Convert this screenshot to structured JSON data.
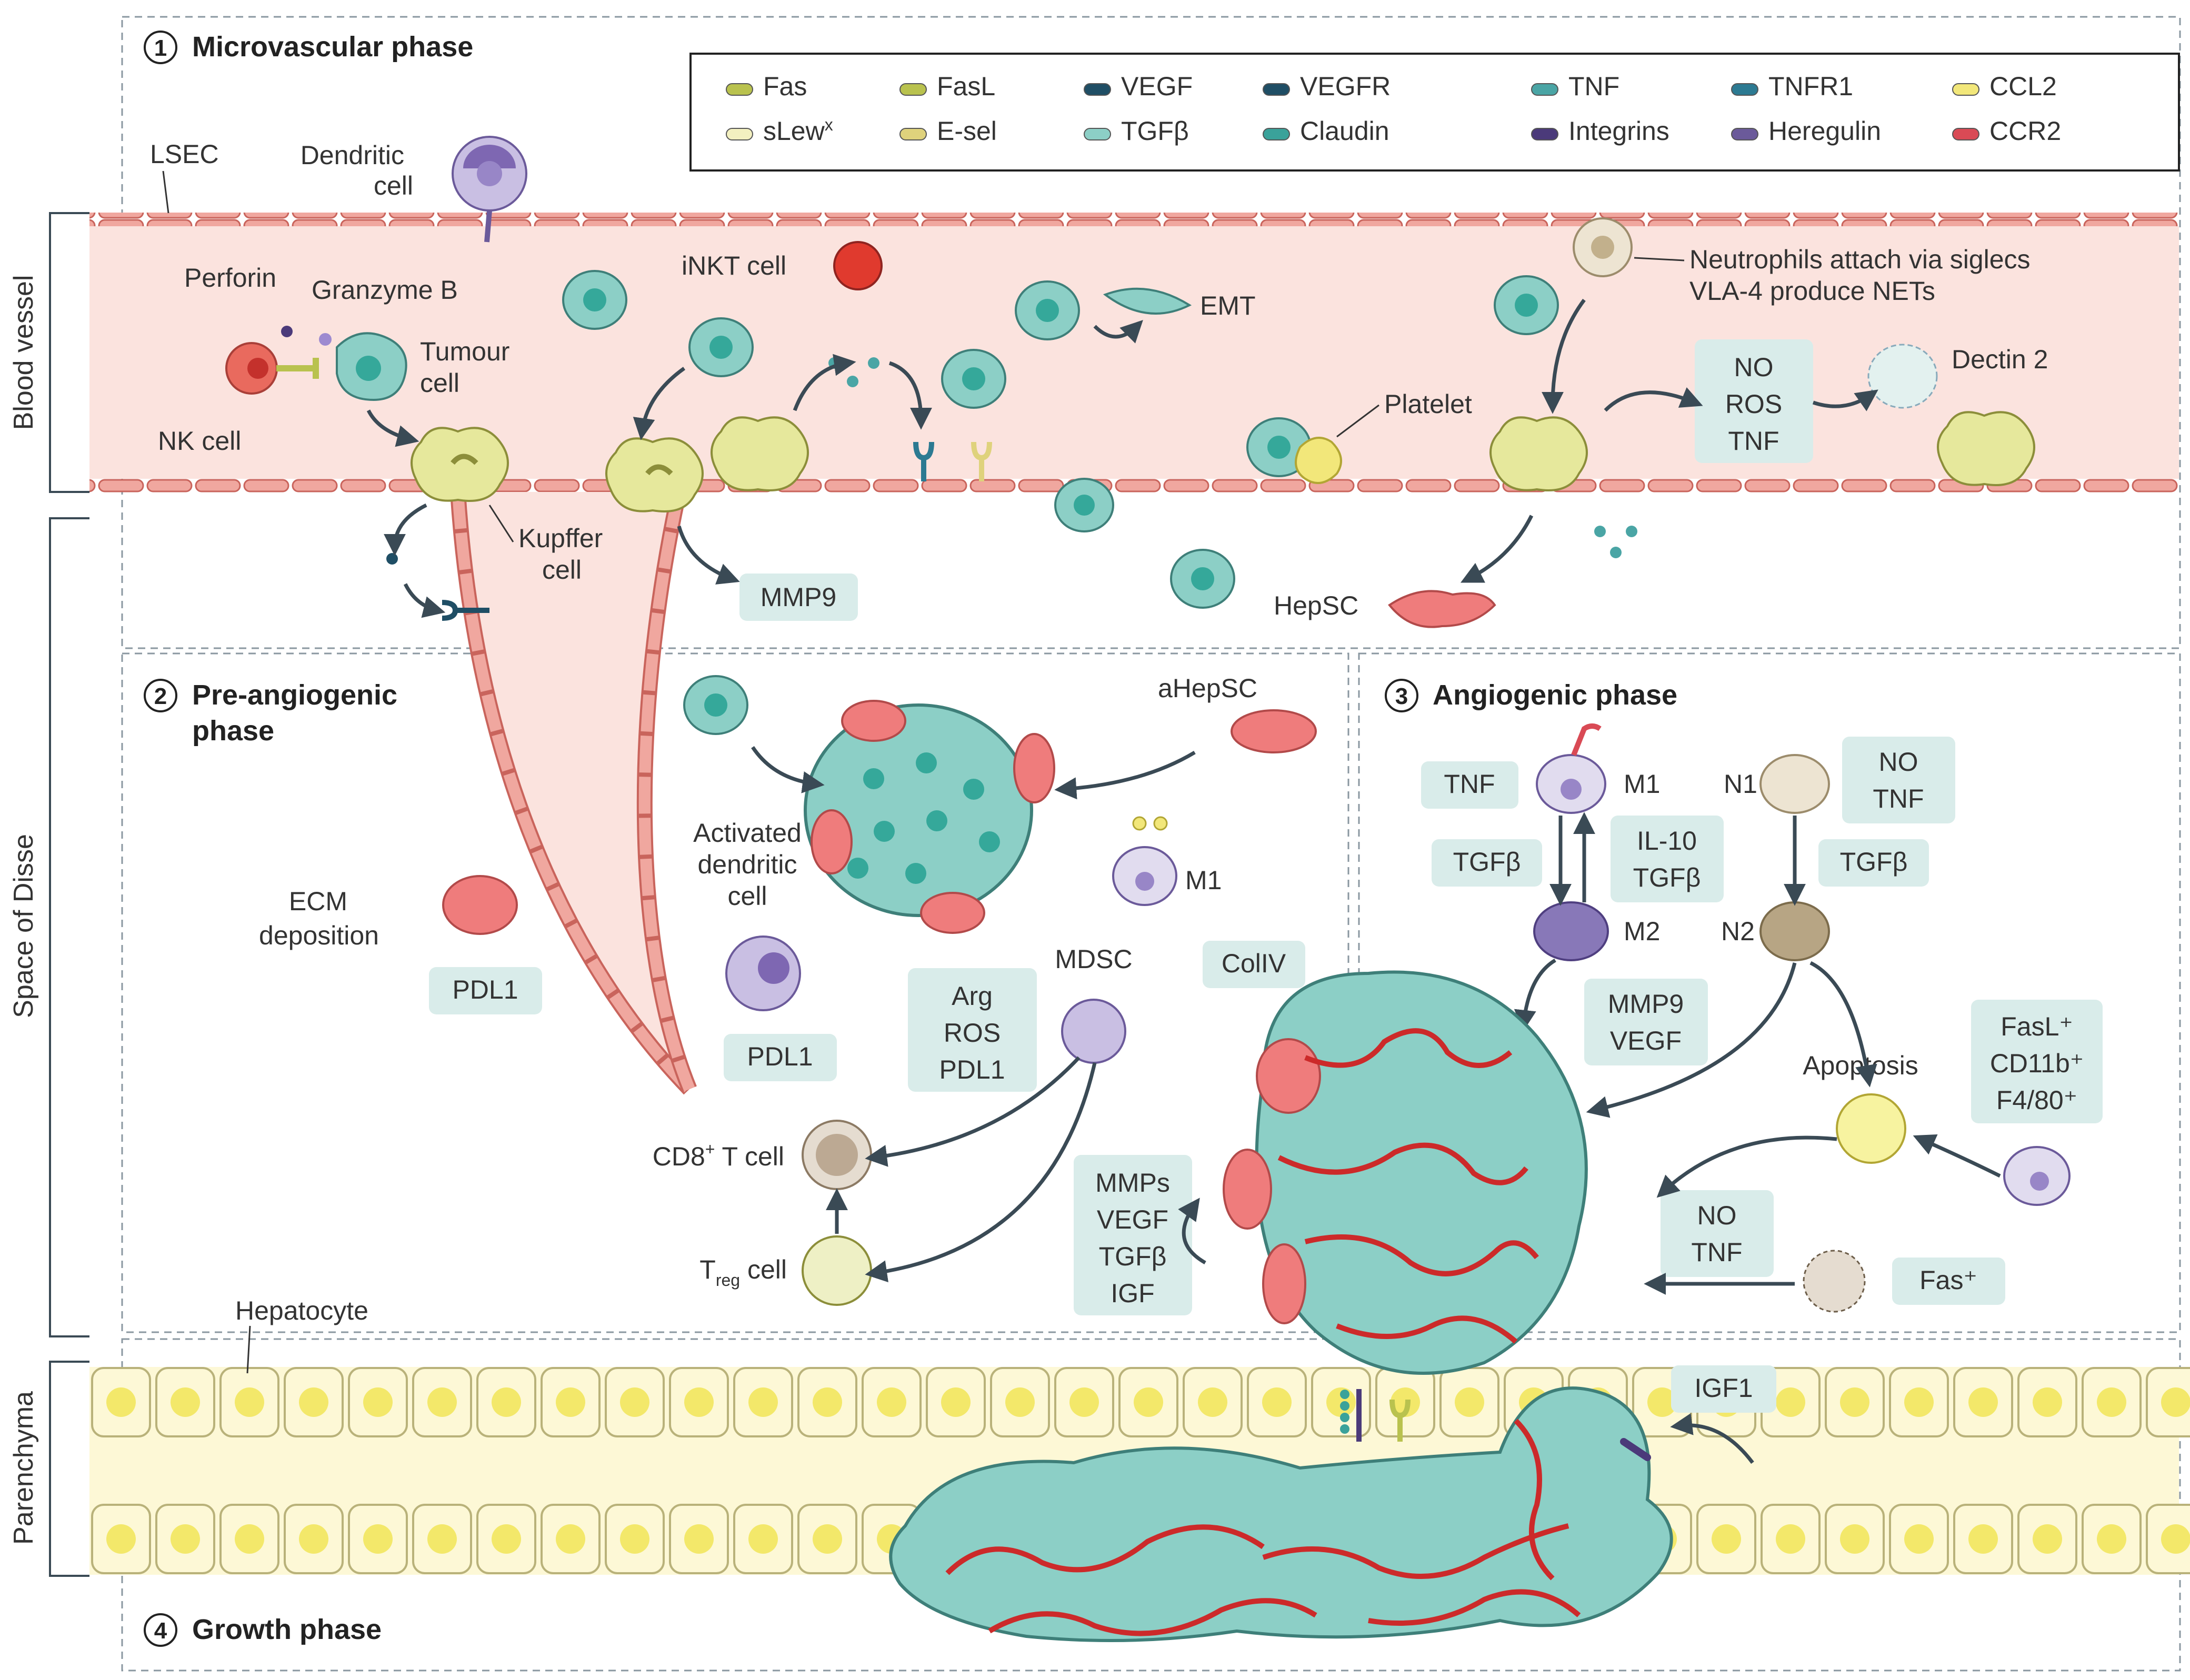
{
  "colors": {
    "vessel_fill": "#fbe3de",
    "vessel_cell": "#f0a79f",
    "vessel_stroke": "#c9645c",
    "tumour": "#8ccfc6",
    "tumour_nucleus": "#35a89a",
    "tumour_stroke": "#3e7f79",
    "kupffer": "#e6e89c",
    "hepsc": "#ef7c7c",
    "label_box": "#d9ecea",
    "hepatocyte": "#fdf8d6",
    "hepatocyte_nucleus": "#f3e86a",
    "capillary": "#cc2a2a",
    "arrow": "#3a4a55",
    "ecm": "#cfc1ad"
  },
  "sections": {
    "phase1": {
      "num": "1",
      "title": "Microvascular phase"
    },
    "phase2": {
      "num": "2",
      "title_line1": "Pre-angiogenic",
      "title_line2": "phase"
    },
    "phase3": {
      "num": "3",
      "title": "Angiogenic phase"
    },
    "phase4": {
      "num": "4",
      "title": "Growth phase"
    }
  },
  "side_labels": {
    "blood_vessel": "Blood vessel",
    "space_of_disse": "Space of Disse",
    "parenchyma": "Parenchyma"
  },
  "legend": [
    {
      "label": "Fas",
      "icon": "fas-icon"
    },
    {
      "label": "FasL",
      "icon": "fasl-icon"
    },
    {
      "label": "VEGF",
      "icon": "vegf-icon"
    },
    {
      "label": "VEGFR",
      "icon": "vegfr-icon"
    },
    {
      "label": "TNF",
      "icon": "tnf-icon"
    },
    {
      "label": "TNFR1",
      "icon": "tnfr1-icon"
    },
    {
      "label": "CCL2",
      "icon": "ccl2-icon"
    },
    {
      "label": "sLew",
      "sup": "x",
      "icon": "slewx-icon"
    },
    {
      "label": "E-sel",
      "icon": "esel-icon"
    },
    {
      "label": "TGFβ",
      "icon": "tgfb-icon"
    },
    {
      "label": "Claudin",
      "icon": "claudin-icon"
    },
    {
      "label": "Integrins",
      "icon": "integrin-icon"
    },
    {
      "label": "Heregulin",
      "icon": "heregulin-icon"
    },
    {
      "label": "CCR2",
      "icon": "ccr2-icon"
    }
  ],
  "phase1_labels": {
    "lsec": "LSEC",
    "dendritic_l1": "Dendritic",
    "dendritic_l2": "cell",
    "perforin": "Perforin",
    "granzyme": "Granzyme B",
    "tumour_l1": "Tumour",
    "tumour_l2": "cell",
    "nk": "NK cell",
    "inkt": "iNKT cell",
    "emt": "EMT",
    "neutro_l1": "Neutrophils attach via siglecs",
    "neutro_l2": "VLA-4 produce NETs",
    "dectin": "Dectin 2",
    "platelet": "Platelet",
    "kupffer_l1": "Kupffer",
    "kupffer_l2": "cell",
    "hepsc": "HepSC",
    "mmp9": "MMP9",
    "no_ros_tnf": [
      "NO",
      "ROS",
      "TNF"
    ]
  },
  "phase2_labels": {
    "ahepsc": "aHepSC",
    "act_dc": [
      "Activated",
      "dendritic",
      "cell"
    ],
    "m1": "M1",
    "ecm": [
      "ECM",
      "deposition"
    ],
    "pdl1_a": "PDL1",
    "pdl1_b": "PDL1",
    "mdsc": "MDSC",
    "arg_box": [
      "Arg",
      "ROS",
      "PDL1"
    ],
    "cd8": "CD8",
    "cd8_sup": "+",
    "cd8_tail": " T cell",
    "treg": "T",
    "treg_sub": "reg",
    "treg_tail": " cell"
  },
  "phase3_labels": {
    "tnf": "TNF",
    "m1": "M1",
    "n1": "N1",
    "no_tnf_a": [
      "NO",
      "TNF"
    ],
    "tgfb_a": "TGFβ",
    "il10_box": [
      "IL-10",
      "TGFβ"
    ],
    "tgfb_b": "TGFβ",
    "m2": "M2",
    "n2": "N2",
    "mmp9_vegf": [
      "MMP9",
      "VEGF"
    ],
    "apoptosis": "Apoptosis",
    "fasl_box": [
      "FasL⁺",
      "CD11b⁺",
      "F4/80⁺"
    ],
    "coliv": "ColIV",
    "mmps_box": [
      "MMPs",
      "VEGF",
      "TGFβ",
      "IGF"
    ],
    "no_tnf_b": [
      "NO",
      "TNF"
    ],
    "fas_plus": "Fas⁺"
  },
  "phase4_labels": {
    "hepatocyte": "Hepatocyte",
    "igf1": "IGF1"
  }
}
